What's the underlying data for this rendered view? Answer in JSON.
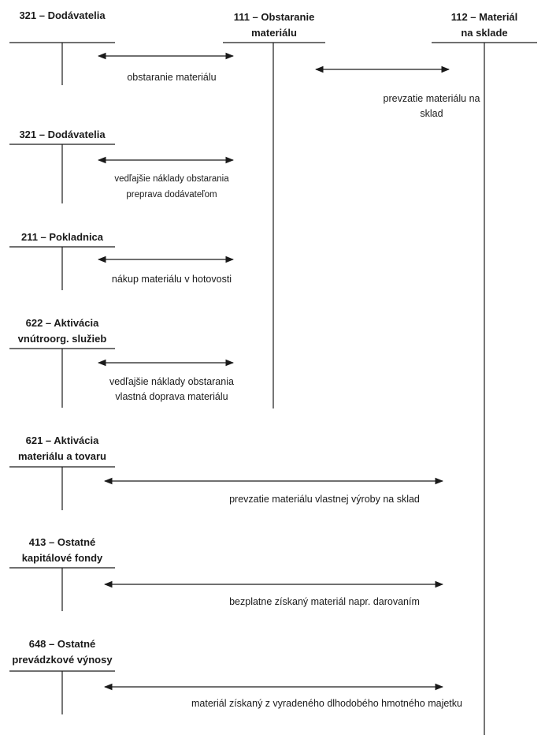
{
  "colors": {
    "line": "#1a1a1a",
    "background": "#ffffff"
  },
  "headers": {
    "dodavatelia": {
      "line1": "321 – Dodávatelia"
    },
    "obstaranie": {
      "line1": "111 – Obstaranie",
      "line2": "materiálu"
    },
    "material": {
      "line1": "112 – Materiál",
      "line2": "na sklade"
    }
  },
  "entries": [
    {
      "account_line1": "",
      "label_line1": "obstaranie materiálu",
      "label_line2": ""
    },
    {
      "account_line1": "",
      "label_line1": "prevzatie materiálu na",
      "label_line2": "sklad"
    },
    {
      "account_line1": "321 – Dodávatelia",
      "account_line2": "",
      "label_line1": "vedľajšie náklady obstarania",
      "label_line2": "preprava dodávateľom"
    },
    {
      "account_line1": "211 – Pokladnica",
      "account_line2": "",
      "label_line1": "nákup materiálu v hotovosti",
      "label_line2": ""
    },
    {
      "account_line1": "622 – Aktivácia",
      "account_line2": "vnútroorg. služieb",
      "label_line1": "vedľajšie náklady obstarania",
      "label_line2": "vlastná doprava materiálu"
    },
    {
      "account_line1": "621 – Aktivácia",
      "account_line2": "materiálu a tovaru",
      "label_line1": "prevzatie materiálu vlastnej výroby na sklad",
      "label_line2": ""
    },
    {
      "account_line1": "413 – Ostatné",
      "account_line2": "kapitálové fondy",
      "label_line1": "bezplatne získaný materiál napr. darovaním",
      "label_line2": ""
    },
    {
      "account_line1": "648 – Ostatné",
      "account_line2": "prevádzkové výnosy",
      "label_line1": "materiál získaný z vyradeného dlhodobého hmotného majetku",
      "label_line2": ""
    }
  ]
}
